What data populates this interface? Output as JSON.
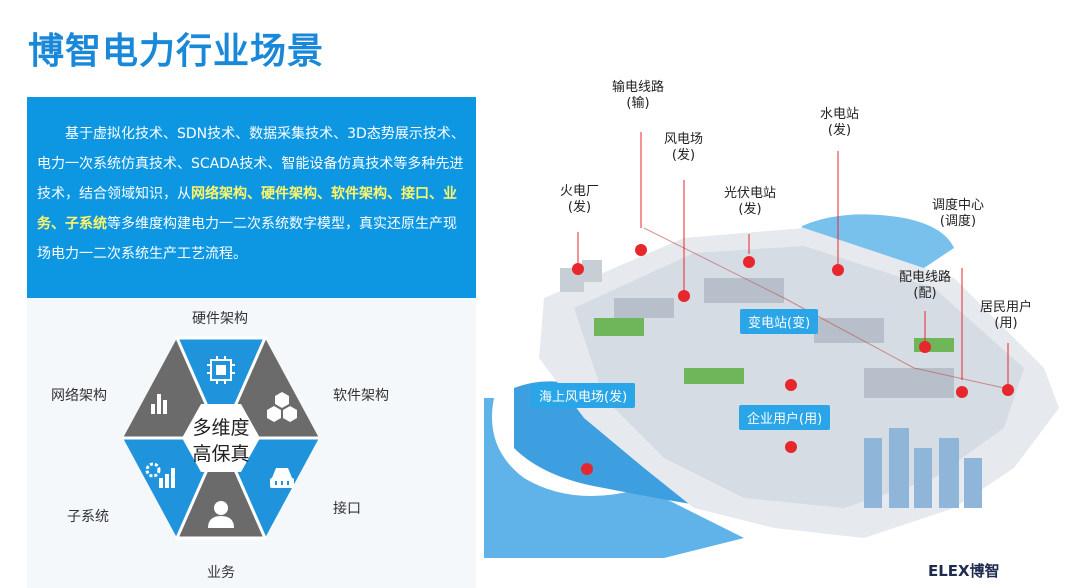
{
  "title": "博智电力行业场景",
  "description": {
    "part1": "基于虚拟化技术、SDN技术、数据采集技术、3D态势展示技术、电力一次系统仿真技术、SCADA技术、智能设备仿真技术等多种先进技术，结合领域知识，从",
    "highlight": "网络架构、硬件架构、软件架构、接口、业务、子系统",
    "part2": "等多维度构建电力一二次系统数字模型，真实还原生产现场电力一二次系统生产工艺流程。"
  },
  "hexagon": {
    "center": [
      "多维度",
      "高保真"
    ],
    "labels": {
      "top": "硬件架构",
      "top_right": "软件架构",
      "bottom_right": "接口",
      "bottom": "业务",
      "bottom_left": "子系统",
      "top_left": "网络架构"
    },
    "colors": {
      "blue": "#1f94dc",
      "gray": "#6b6b6b"
    },
    "icons": {
      "top": "chip-icon",
      "top_right": "cubes-icon",
      "bottom_right": "interface-icon",
      "bottom": "user-icon",
      "bottom_left": "settings-bars-icon",
      "top_left": "bar-chart-icon"
    }
  },
  "scene": {
    "callouts": {
      "transmission": [
        "输电线路",
        "(输)"
      ],
      "hydro": [
        "水电站",
        "(发)"
      ],
      "wind": [
        "风电场",
        "(发)"
      ],
      "thermal": [
        "火电厂",
        "(发)"
      ],
      "solar": [
        "光伏电站",
        "(发)"
      ],
      "dispatch": [
        "调度中心",
        "(调度)"
      ],
      "distribution": [
        "配电线路",
        "(配)"
      ],
      "resident": [
        "居民用户",
        "(用)"
      ]
    },
    "tags": {
      "substation": "变电站(变)",
      "offshore": "海上风电场(发)",
      "enterprise": "企业用户(用)"
    },
    "marker_color": "#e8262d"
  },
  "brand": "ELEX博智"
}
